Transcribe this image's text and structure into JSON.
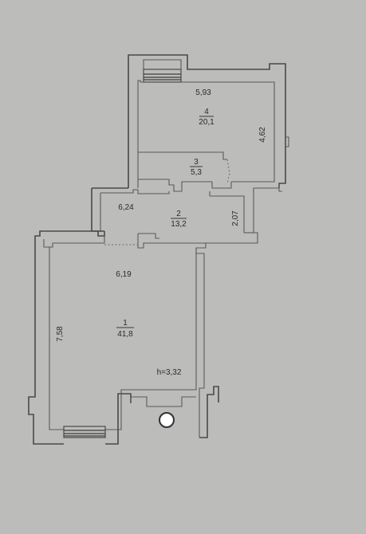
{
  "rooms": [
    {
      "number": "1",
      "area": "41,8"
    },
    {
      "number": "2",
      "area": "13,2"
    },
    {
      "number": "3",
      "area": "5,3"
    },
    {
      "number": "4",
      "area": "20,1"
    }
  ],
  "dimensions": {
    "room4_width": "5,93",
    "room4_height": "4,62",
    "room2_width": "6,24",
    "room2_height": "2,07",
    "room1_width": "6,19",
    "room1_height": "7,58"
  },
  "ceiling_height": "h=3,32",
  "colors": {
    "paper": "#b9b9b7",
    "wall": "#4a4a4a",
    "text": "#2a2a2a"
  }
}
